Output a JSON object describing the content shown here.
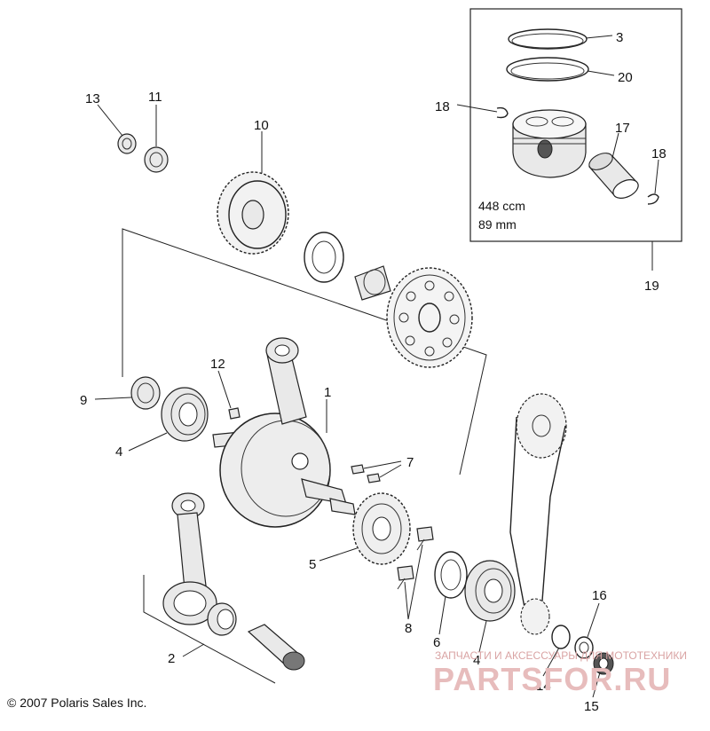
{
  "callouts": [
    {
      "id": "1",
      "text": "1"
    },
    {
      "id": "2",
      "text": "2"
    },
    {
      "id": "3",
      "text": "3"
    },
    {
      "id": "4a",
      "text": "4"
    },
    {
      "id": "4b",
      "text": "4"
    },
    {
      "id": "5",
      "text": "5"
    },
    {
      "id": "6",
      "text": "6"
    },
    {
      "id": "7",
      "text": "7"
    },
    {
      "id": "8",
      "text": "8"
    },
    {
      "id": "9",
      "text": "9"
    },
    {
      "id": "10",
      "text": "10"
    },
    {
      "id": "11",
      "text": "11"
    },
    {
      "id": "12",
      "text": "12"
    },
    {
      "id": "13",
      "text": "13"
    },
    {
      "id": "14",
      "text": "14"
    },
    {
      "id": "15",
      "text": "15"
    },
    {
      "id": "16",
      "text": "16"
    },
    {
      "id": "17",
      "text": "17"
    },
    {
      "id": "18a",
      "text": "18"
    },
    {
      "id": "18b",
      "text": "18"
    },
    {
      "id": "19",
      "text": "19"
    },
    {
      "id": "20",
      "text": "20"
    }
  ],
  "piston_spec": {
    "displacement": "448 ccm",
    "bore": "89 mm"
  },
  "copyright": "© 2007 Polaris Sales Inc.",
  "watermark": {
    "tagline": "ЗАПЧАСТИ И АКСЕССУАРЫ ДЛЯ МОТОТЕХНИКИ",
    "brand": "PARTSFOR.RU"
  }
}
